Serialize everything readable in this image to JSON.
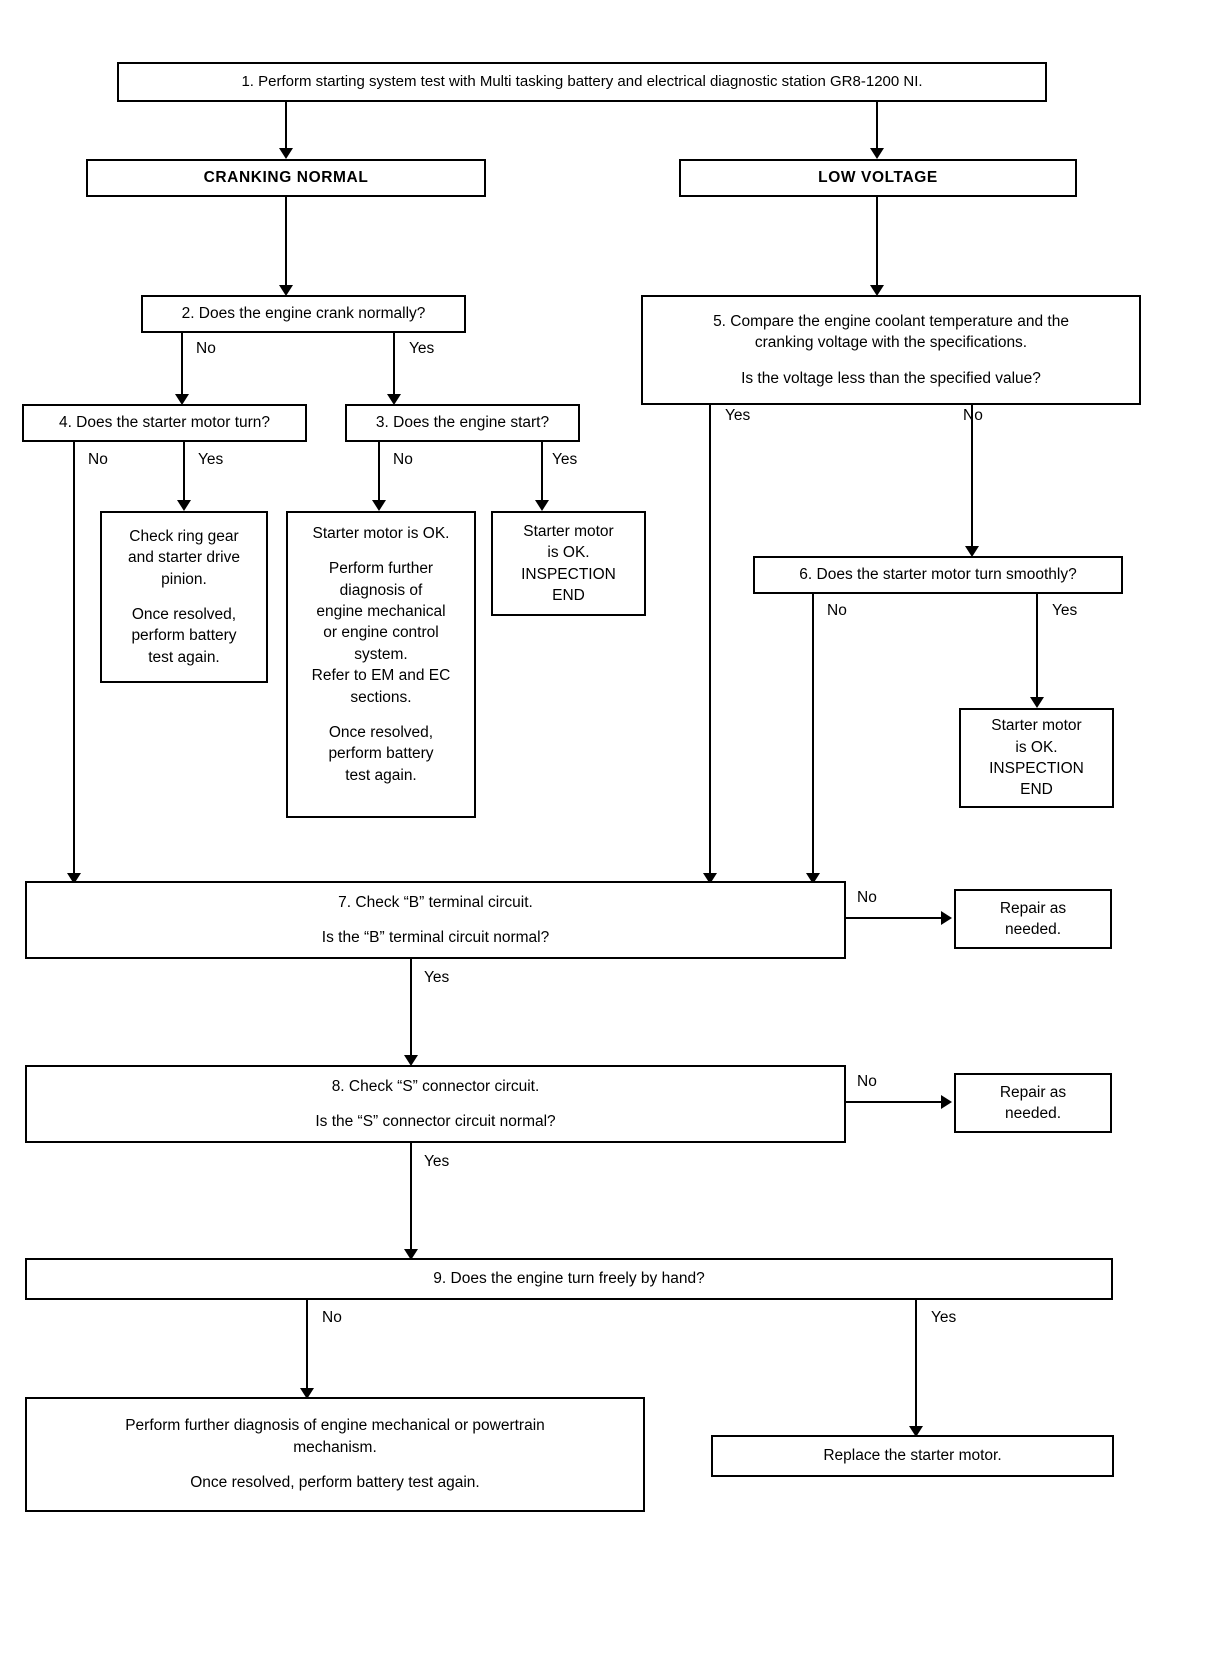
{
  "chart_data": {
    "type": "diagram",
    "title": "Starting system diagnostic flowchart",
    "nodes": [
      {
        "id": "n1",
        "label": "1. Perform starting system test with Multi tasking battery and electrical diagnostic station GR8-1200 NI."
      },
      {
        "id": "n_cranking",
        "label": "CRANKING NORMAL"
      },
      {
        "id": "n_lowvolt",
        "label": "LOW VOLTAGE"
      },
      {
        "id": "n2",
        "label": "2. Does the engine crank normally?"
      },
      {
        "id": "n5",
        "label": "5. Compare the engine coolant temperature and the cranking voltage with the specifications.\n\nIs the voltage less than the specified value?"
      },
      {
        "id": "n4",
        "label": "4. Does the starter motor turn?"
      },
      {
        "id": "n3",
        "label": "3. Does the engine start?"
      },
      {
        "id": "n_ring",
        "label": "Check ring gear and starter drive pinion.\n\nOnce resolved, perform battery test again."
      },
      {
        "id": "n_starterok_long",
        "label": "Starter motor is OK.\n\nPerform further diagnosis of engine mechanical or engine control system.\nRefer to EM and EC sections.\n\nOnce resolved, perform battery test again."
      },
      {
        "id": "n_end1",
        "label": "Starter motor is OK. INSPECTION END"
      },
      {
        "id": "n6",
        "label": "6. Does the starter motor turn smoothly?"
      },
      {
        "id": "n_end2",
        "label": "Starter motor is OK. INSPECTION END"
      },
      {
        "id": "n7",
        "label": "7. Check “B” terminal circuit.\n\nIs the “B” terminal circuit normal?"
      },
      {
        "id": "n_repair1",
        "label": "Repair as needed."
      },
      {
        "id": "n8",
        "label": "8. Check “S” connector circuit.\n\nIs the “S” connector circuit normal?"
      },
      {
        "id": "n_repair2",
        "label": "Repair as needed."
      },
      {
        "id": "n9",
        "label": "9. Does the engine turn freely by hand?"
      },
      {
        "id": "n_powertrain",
        "label": "Perform further diagnosis of engine mechanical or powertrain mechanism.\n\nOnce resolved, perform battery test again."
      },
      {
        "id": "n_replace",
        "label": "Replace the starter motor."
      }
    ],
    "edge_labels": [
      "No",
      "Yes",
      "No",
      "Yes",
      "No",
      "Yes",
      "Yes",
      "No",
      "No",
      "Yes",
      "No",
      "Yes",
      "No",
      "Yes",
      "No",
      "Yes"
    ]
  },
  "boxes": {
    "step1": "1. Perform starting system test with Multi tasking battery and electrical diagnostic station GR8-1200 NI.",
    "cranking_normal": "CRANKING NORMAL",
    "low_voltage": "LOW VOLTAGE",
    "step2": "2. Does the engine crank normally?",
    "step5_line1": "5. Compare the engine coolant temperature and the",
    "step5_line2": "cranking voltage with the specifications.",
    "step5_line3": "Is the voltage less than the specified value?",
    "step4": "4. Does the starter motor turn?",
    "step3": "3. Does the engine start?",
    "check_ring_gear_a": "Check ring gear\nand starter drive\npinion.",
    "check_ring_gear_b": "Once resolved,\nperform battery\ntest again.",
    "starter_ok_a": "Starter motor is OK.",
    "starter_ok_b": "Perform further\ndiagnosis of\nengine mechanical\nor engine control\nsystem.\nRefer to EM and EC\nsections.",
    "starter_ok_c": "Once resolved,\nperform battery\ntest again.",
    "inspection_end_1": "Starter motor\nis OK.\nINSPECTION\nEND",
    "step6": "6. Does the starter motor turn smoothly?",
    "inspection_end_2": "Starter motor\nis OK.\nINSPECTION\nEND",
    "step7_line1": "7. Check “B” terminal circuit.",
    "step7_line2": "Is the “B” terminal circuit normal?",
    "repair_1": "Repair as\nneeded.",
    "step8_line1": "8. Check “S” connector circuit.",
    "step8_line2": "Is the “S” connector circuit normal?",
    "repair_2": "Repair as\nneeded.",
    "step9": "9. Does the engine turn freely by hand?",
    "powertrain_a": "Perform further diagnosis of engine mechanical or powertrain\nmechanism.",
    "powertrain_b": "Once resolved, perform battery test again.",
    "replace_starter": "Replace the starter motor."
  },
  "edges": {
    "step2_no": "No",
    "step2_yes": "Yes",
    "step4_no": "No",
    "step4_yes": "Yes",
    "step3_no": "No",
    "step3_yes": "Yes",
    "step5_yes": "Yes",
    "step5_no": "No",
    "step6_no": "No",
    "step6_yes": "Yes",
    "step7_no": "No",
    "step7_yes": "Yes",
    "step8_no": "No",
    "step8_yes": "Yes",
    "step9_no": "No",
    "step9_yes": "Yes"
  },
  "colors": {
    "background": "#ffffff",
    "stroke": "#000000",
    "text": "#000000"
  }
}
